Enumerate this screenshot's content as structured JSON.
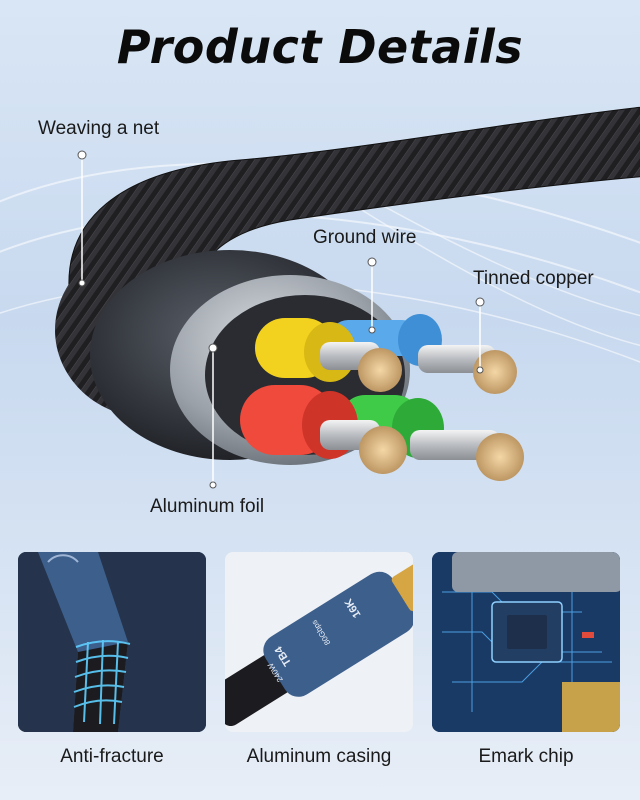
{
  "title": "Product Details",
  "callouts": {
    "weaving": "Weaving a net",
    "ground": "Ground wire",
    "tinned": "Tinned copper",
    "aluminum_foil": "Aluminum foil"
  },
  "panels": [
    {
      "caption": "Anti-fracture"
    },
    {
      "caption": "Aluminum casing",
      "badges": [
        "TB4",
        "240W",
        "80Gbps",
        "16K"
      ]
    },
    {
      "caption": "Emark chip"
    }
  ],
  "colors": {
    "wire_yellow": "#f3d21f",
    "wire_blue": "#5aa9ea",
    "wire_red": "#ef4a3c",
    "wire_green": "#3fcb48",
    "casing_blue": "#3d5f8c"
  }
}
